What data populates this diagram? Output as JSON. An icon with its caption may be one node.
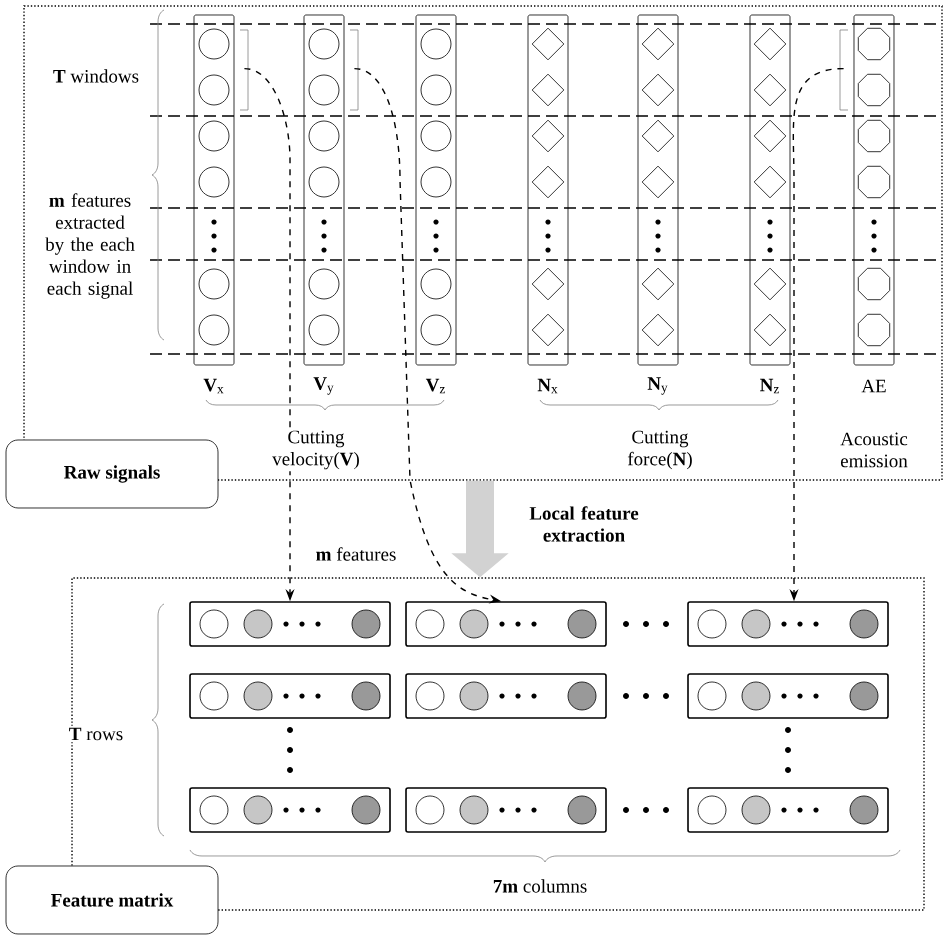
{
  "diagram": {
    "nodes": [
      {
        "text": [
          "Raw signals"
        ]
      },
      {
        "text": [
          "Feature matrix"
        ]
      },
      {
        "text": [],
        "shape": "bar",
        "in": 0,
        "beside": [
          "**V**$_{x}$"
        ]
      },
      {
        "text": [],
        "shape": "bar",
        "in": 0,
        "beside": [
          "**V**$_{y}$"
        ]
      },
      {
        "text": [],
        "shape": "bar",
        "in": 0,
        "beside": [
          "**V**$_{z}$"
        ]
      },
      {
        "text": [],
        "shape": "bar",
        "in": 0,
        "beside": [
          "**N**$_{x}$"
        ]
      },
      {
        "text": [],
        "shape": "bar",
        "in": 0,
        "beside": [
          "**N**$_{y}$"
        ]
      },
      {
        "text": [],
        "shape": "bar",
        "in": 0,
        "beside": [
          "**N**$_{z}$"
        ]
      },
      {
        "text": [],
        "shape": "bar",
        "in": 0,
        "beside": [
          "AE"
        ]
      },
      {
        "text": [],
        "shape": "box",
        "in": 1
      },
      {
        "text": [],
        "shape": "box",
        "in": 1
      },
      {
        "text": [],
        "shape": "box",
        "in": 1
      },
      {
        "text": [],
        "shape": "box",
        "in": 1
      },
      {
        "text": [],
        "shape": "box",
        "in": 1
      },
      {
        "text": [],
        "shape": "box",
        "in": 1
      },
      {
        "text": [],
        "shape": "box",
        "in": 1
      },
      {
        "text": [],
        "shape": "box",
        "in": 1
      },
      {
        "text": [],
        "shape": "box",
        "in": 1
      }
    ],
    "edges": [
      {
        "from": 2,
        "to": 9,
        "arrow": "to",
        "style": "dashed",
        "label": "**m** features"
      },
      {
        "from": 3,
        "to": 10,
        "arrow": "to",
        "style": "dashed"
      },
      {
        "from": 8,
        "to": 11,
        "arrow": "to",
        "style": "dashed"
      },
      {
        "from": 0,
        "to": 1,
        "arrow": "to",
        "style": "thick",
        "color": "#d2d2d2",
        "label": "Local feature extraction"
      }
    ],
    "labels": [
      "**T** windows",
      "**m** features extracted by the each window in each signal",
      "Cutting velocity(**V**)",
      "Cutting force(**N**)",
      "Acoustic emission",
      "**T** rows",
      "**7m** columns"
    ]
  }
}
